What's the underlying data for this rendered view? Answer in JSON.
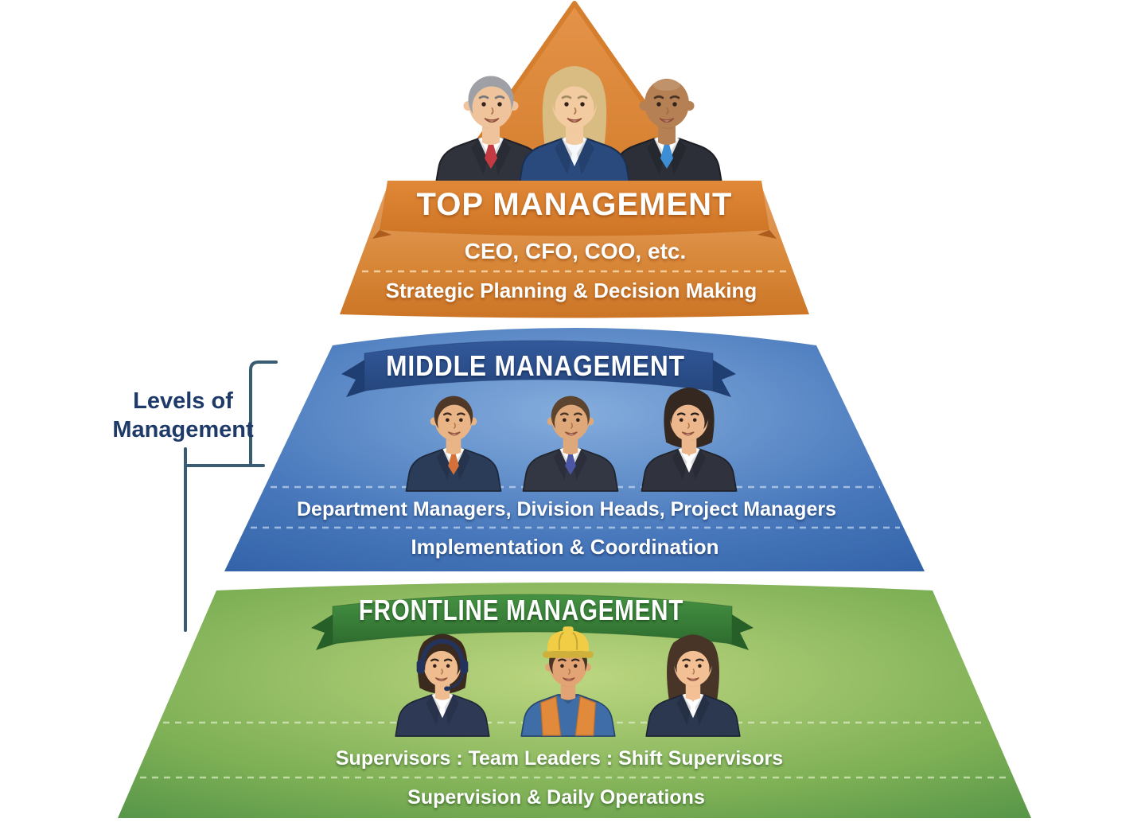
{
  "diagram": {
    "side_label": {
      "line1": "Levels of",
      "line2": "Management"
    },
    "colors": {
      "top_level": "#D9822F",
      "middle_level": "#3B6BB0",
      "frontline_level": "#5F9C45",
      "bracket": "#3A5C72",
      "side_label_text": "#1D3A68"
    },
    "levels": [
      {
        "name": "TOP MANAGEMENT",
        "roles": "CEO, CFO, COO, etc.",
        "responsibility": "Strategic Planning & Decision Making",
        "people": [
          {
            "desc": "gray-haired executive in charcoal suit with red tie",
            "skin": "#EFC49C",
            "hair": "#9EA0A6",
            "hairstyle": "short",
            "suit": "#30333C",
            "shirt": "#FFFFFF",
            "tie": "#C43A42",
            "accessory": "none",
            "open_collar": false
          },
          {
            "desc": "blonde executive woman in navy suit",
            "skin": "#F3CBA1",
            "hair": "#D8BC82",
            "hairstyle": "long",
            "suit": "#2A4A7D",
            "shirt": "#F5F8FC",
            "tie": null,
            "accessory": "none",
            "open_collar": false
          },
          {
            "desc": "bald executive in dark suit with blue tie",
            "skin": "#B58053",
            "hair": "#6E4B2E",
            "hairstyle": "bald",
            "suit": "#2C2F38",
            "shirt": "#FFFFFF",
            "tie": "#3E8ED6",
            "accessory": "none",
            "open_collar": false
          }
        ]
      },
      {
        "name": "MIDDLE MANAGEMENT",
        "roles": "Department Managers, Division Heads, Project Managers",
        "responsibility": "Implementation & Coordination",
        "people": [
          {
            "desc": "department manager with orange tie",
            "skin": "#E9B587",
            "hair": "#4F3827",
            "hairstyle": "short",
            "suit": "#2B3C58",
            "shirt": "#FFFFFF",
            "tie": "#D4713A",
            "accessory": "none",
            "open_collar": false
          },
          {
            "desc": "division head with indigo tie",
            "skin": "#DFA87A",
            "hair": "#5C442F",
            "hairstyle": "short",
            "suit": "#333744",
            "shirt": "#FFFFFF",
            "tie": "#4B57A5",
            "accessory": "none",
            "open_collar": false
          },
          {
            "desc": "woman project manager with dark bob",
            "skin": "#ECB78C",
            "hair": "#352821",
            "hairstyle": "bob",
            "suit": "#30333D",
            "shirt": "#FFFFFF",
            "tie": null,
            "accessory": "none",
            "open_collar": true
          }
        ]
      },
      {
        "name": "FRONTLINE MANAGEMENT",
        "roles": "Supervisors : Team Leaders : Shift Supervisors",
        "responsibility": "Supervision & Daily Operations",
        "people": [
          {
            "desc": "supervisor woman with headset",
            "skin": "#EFBC90",
            "hair": "#3B2B1F",
            "hairstyle": "bob",
            "suit": "#2E3A55",
            "shirt": "#FFFFFF",
            "tie": null,
            "accessory": "headset",
            "headset": "#24335B",
            "open_collar": false
          },
          {
            "desc": "team leader in hard hat and safety vest",
            "skin": "#E2A475",
            "hair": "#4A3424",
            "hairstyle": "short",
            "suit": "#3E6DA8",
            "shirt": "#3E6DA8",
            "tie": null,
            "accessory": "hardhat-vest",
            "hat": "#F0CD45",
            "vest": "#E28A3C",
            "open_collar": false
          },
          {
            "desc": "shift supervisor woman in navy blazer",
            "skin": "#F2C094",
            "hair": "#483528",
            "hairstyle": "shoulder",
            "suit": "#2C3850",
            "shirt": "#FFFFFF",
            "tie": null,
            "accessory": "none",
            "open_collar": true
          }
        ]
      }
    ]
  }
}
